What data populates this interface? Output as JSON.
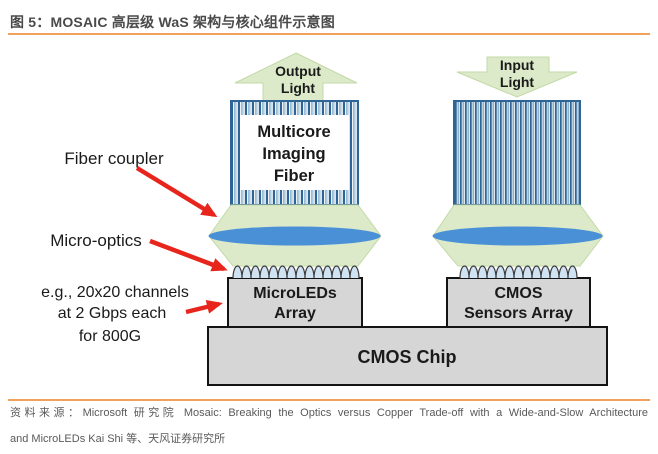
{
  "title": {
    "text": "图 5：MOSAIC 高层级 WaS 架构与核心组件示意图"
  },
  "diagram": {
    "output_light_line1": "Output",
    "output_light_line2": "Light",
    "input_light_line1": "Input",
    "input_light_line2": "Light",
    "multicore_fiber_line1": "Multicore",
    "multicore_fiber_line2": "Imaging",
    "multicore_fiber_line3": "Fiber",
    "fiber_coupler_label": "Fiber coupler",
    "micro_optics_label": "Micro-optics",
    "channels_line1": "e.g., 20x20 channels",
    "channels_line2": "at 2 Gbps each",
    "channels_line3": "for 800G",
    "microleds_line1": "MicroLEDs",
    "microleds_line2": "Array",
    "cmos_sensors_line1": "CMOS",
    "cmos_sensors_line2": "Sensors Array",
    "cmos_chip_label": "CMOS Chip",
    "colors": {
      "accent_orange": "#F0A25C",
      "arrow_red": "#E8251C",
      "light_green": "#DCEAC9",
      "lens_blue": "#4A90D6",
      "fiber_dark_blue": "#2F6496",
      "box_gray": "#D6D6D6"
    }
  },
  "footer": {
    "source_line1": "资料来源：Microsoft 研究院 Mosaic: Breaking the Optics versus Copper Trade-off with a Wide-and-Slow Architecture",
    "source_line2": "and MicroLEDs Kai Shi 等、天风证券研究所"
  }
}
